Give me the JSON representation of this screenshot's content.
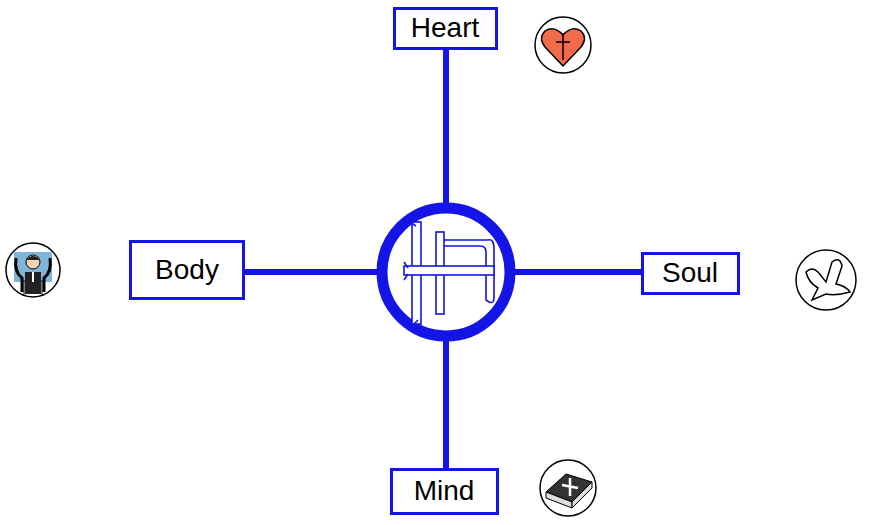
{
  "diagram": {
    "nodes": [
      {
        "text": [
          "Heart"
        ]
      },
      {
        "text": [
          "Body"
        ]
      },
      {
        "text": [
          "Soul"
        ]
      },
      {
        "text": [
          "Mind"
        ]
      }
    ]
  }
}
